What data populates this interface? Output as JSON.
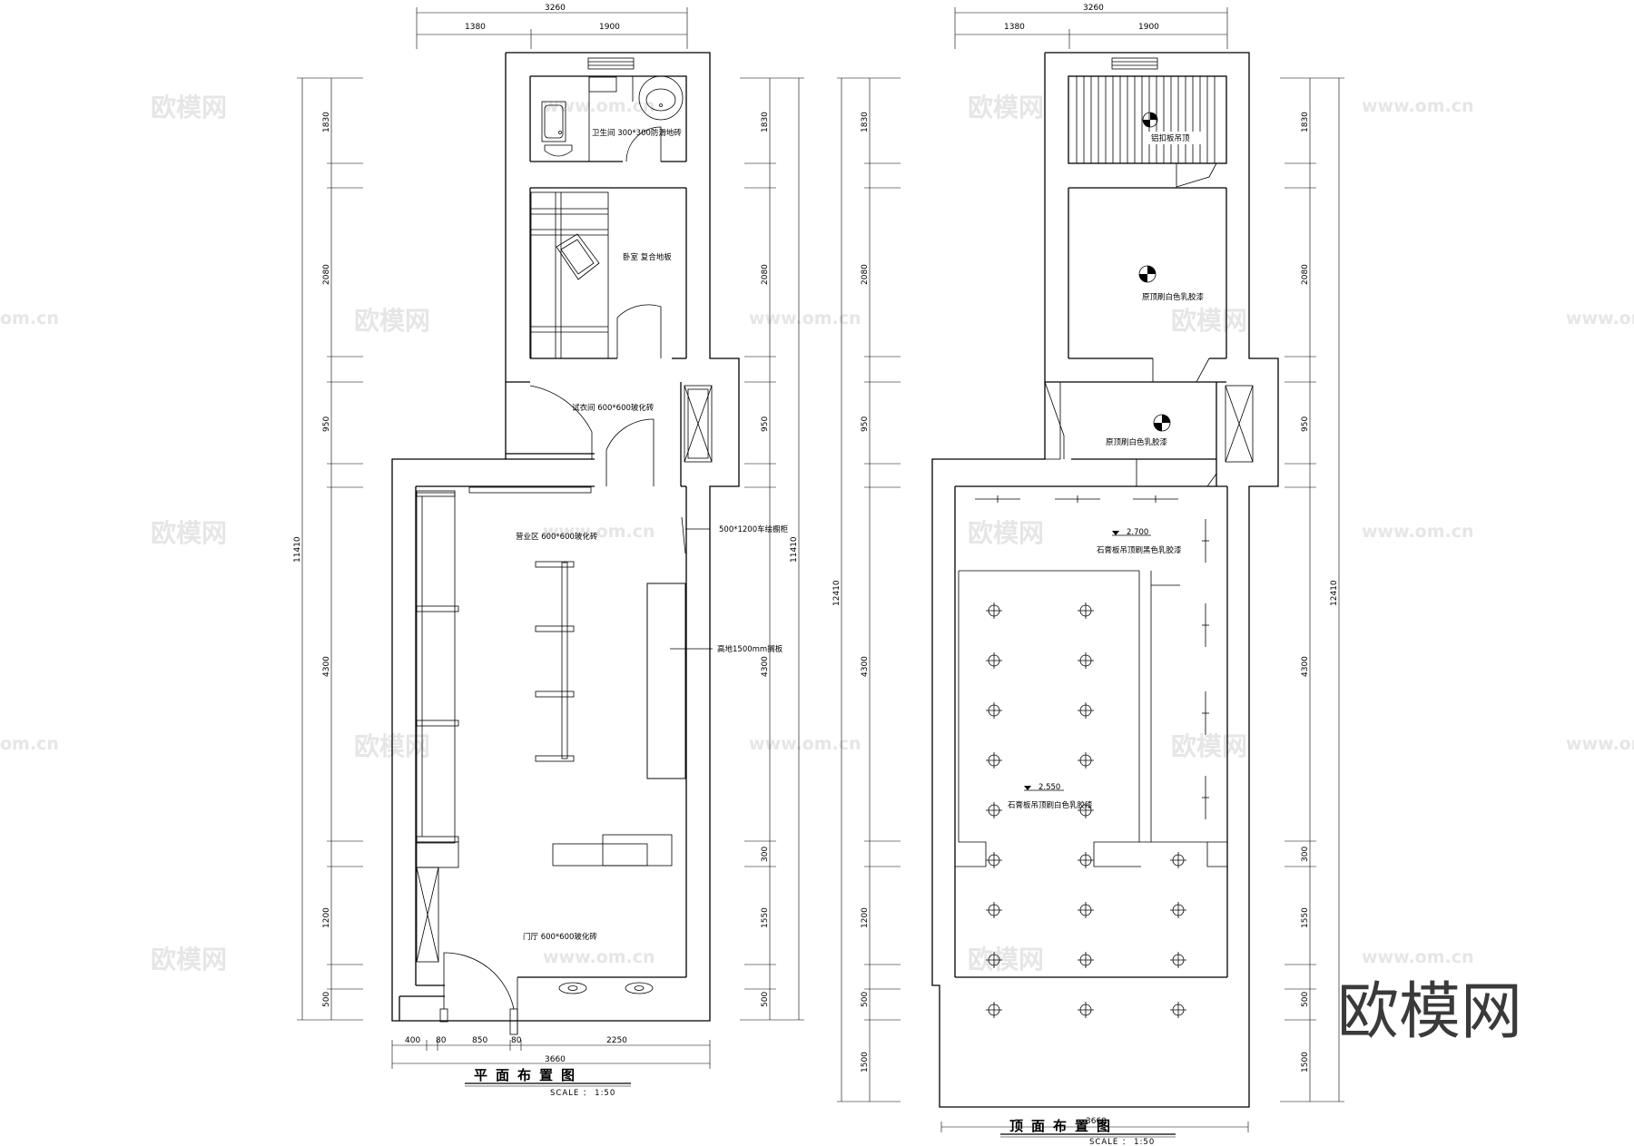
{
  "watermark": {
    "cn": "欧模网",
    "url": "www.om.cn",
    "url_partial": "om.cn",
    "logo": "欧模网"
  },
  "floor_plan": {
    "title": "平面布置图",
    "scale": "SCALE ： 1:50",
    "top_dims": {
      "total": "3260",
      "left": "1380",
      "right": "1900"
    },
    "left_dims": {
      "total": "11410",
      "segments": [
        "1830",
        "2080",
        "950",
        "4300",
        "1200",
        "500"
      ]
    },
    "right_dims": {
      "total": "11410",
      "segments": [
        "1830",
        "2080",
        "950",
        "4300",
        "300",
        "1550",
        "500"
      ]
    },
    "bottom_dims": {
      "total": "3660",
      "segments": [
        "400",
        "80",
        "850",
        "80",
        "2250"
      ]
    },
    "rooms": {
      "bathroom": "卫生间  300*300防滑地砖",
      "bedroom": "卧室  复合地板",
      "fitting": "试衣间  600*600玻化砖",
      "business": "营业区  600*600玻化砖",
      "lobby": "门厅  600*600玻化砖"
    },
    "notes": {
      "sliding": "500*1200车绘橱柜",
      "shelf": "高地1500mm搁板"
    }
  },
  "ceiling_plan": {
    "title": "顶面布置图",
    "scale": "SCALE ： 1:50",
    "top_dims": {
      "total": "3260",
      "left": "1380",
      "right": "1900"
    },
    "left_dims": {
      "total": "12410",
      "segments": [
        "1830",
        "2080",
        "950",
        "4300",
        "1200",
        "500",
        "1500"
      ]
    },
    "right_dims": {
      "total": "12410",
      "segments": [
        "1830",
        "2080",
        "950",
        "4300",
        "300",
        "1550",
        "500",
        "1500"
      ]
    },
    "bottom_dims": {
      "total": "3660"
    },
    "notes": {
      "bathroom": "铝扣板吊顶",
      "bedroom": "原顶刷白色乳胶漆",
      "fitting": "原顶刷白色乳胶漆",
      "level_high": "2.700",
      "level_high_note": "石膏板吊顶刷黑色乳胶漆",
      "level_low": "2.550",
      "level_low_note": "石膏板吊顶刷白色乳胶漆"
    }
  }
}
